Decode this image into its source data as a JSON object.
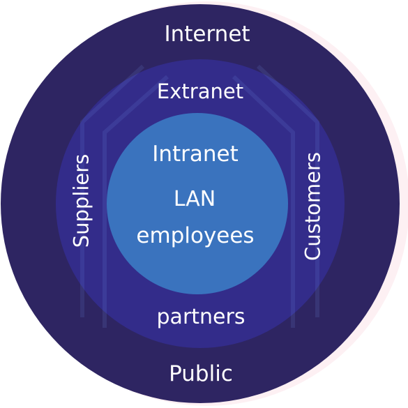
{
  "colors": {
    "outer_ring": "#2e2562",
    "middle_ring": "#332c8a",
    "inner_circle": "#3a73be",
    "halo": "#fdf0f3",
    "text": "#ffffff"
  },
  "rings": {
    "outer": {
      "top_label": "Internet",
      "bottom_label": "Public"
    },
    "middle": {
      "top_label": "Extranet",
      "left_label": "Suppliers",
      "right_label": "Customers",
      "bottom_label": "partners"
    },
    "inner": {
      "title": "Intranet",
      "line1": "LAN",
      "line2": "employees"
    }
  }
}
